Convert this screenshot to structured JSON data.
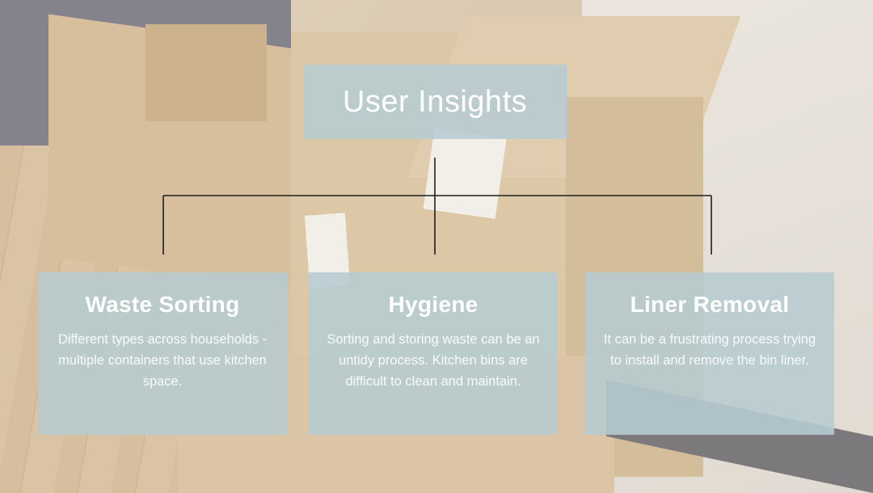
{
  "title": "User Insights",
  "insights": [
    {
      "heading": "Waste Sorting",
      "body": "Different types across households - multiple containers that use kitchen space."
    },
    {
      "heading": "Hygiene",
      "body": "Sorting and storing waste can be an untidy process. Kitchen bins are difficult to clean and maintain."
    },
    {
      "heading": "Liner Removal",
      "body": "It can be a frustrating process trying to install and remove the bin liner."
    }
  ],
  "colors": {
    "panel": "#b6ccd1",
    "text": "#ffffff",
    "connector": "#1e1e1e"
  }
}
